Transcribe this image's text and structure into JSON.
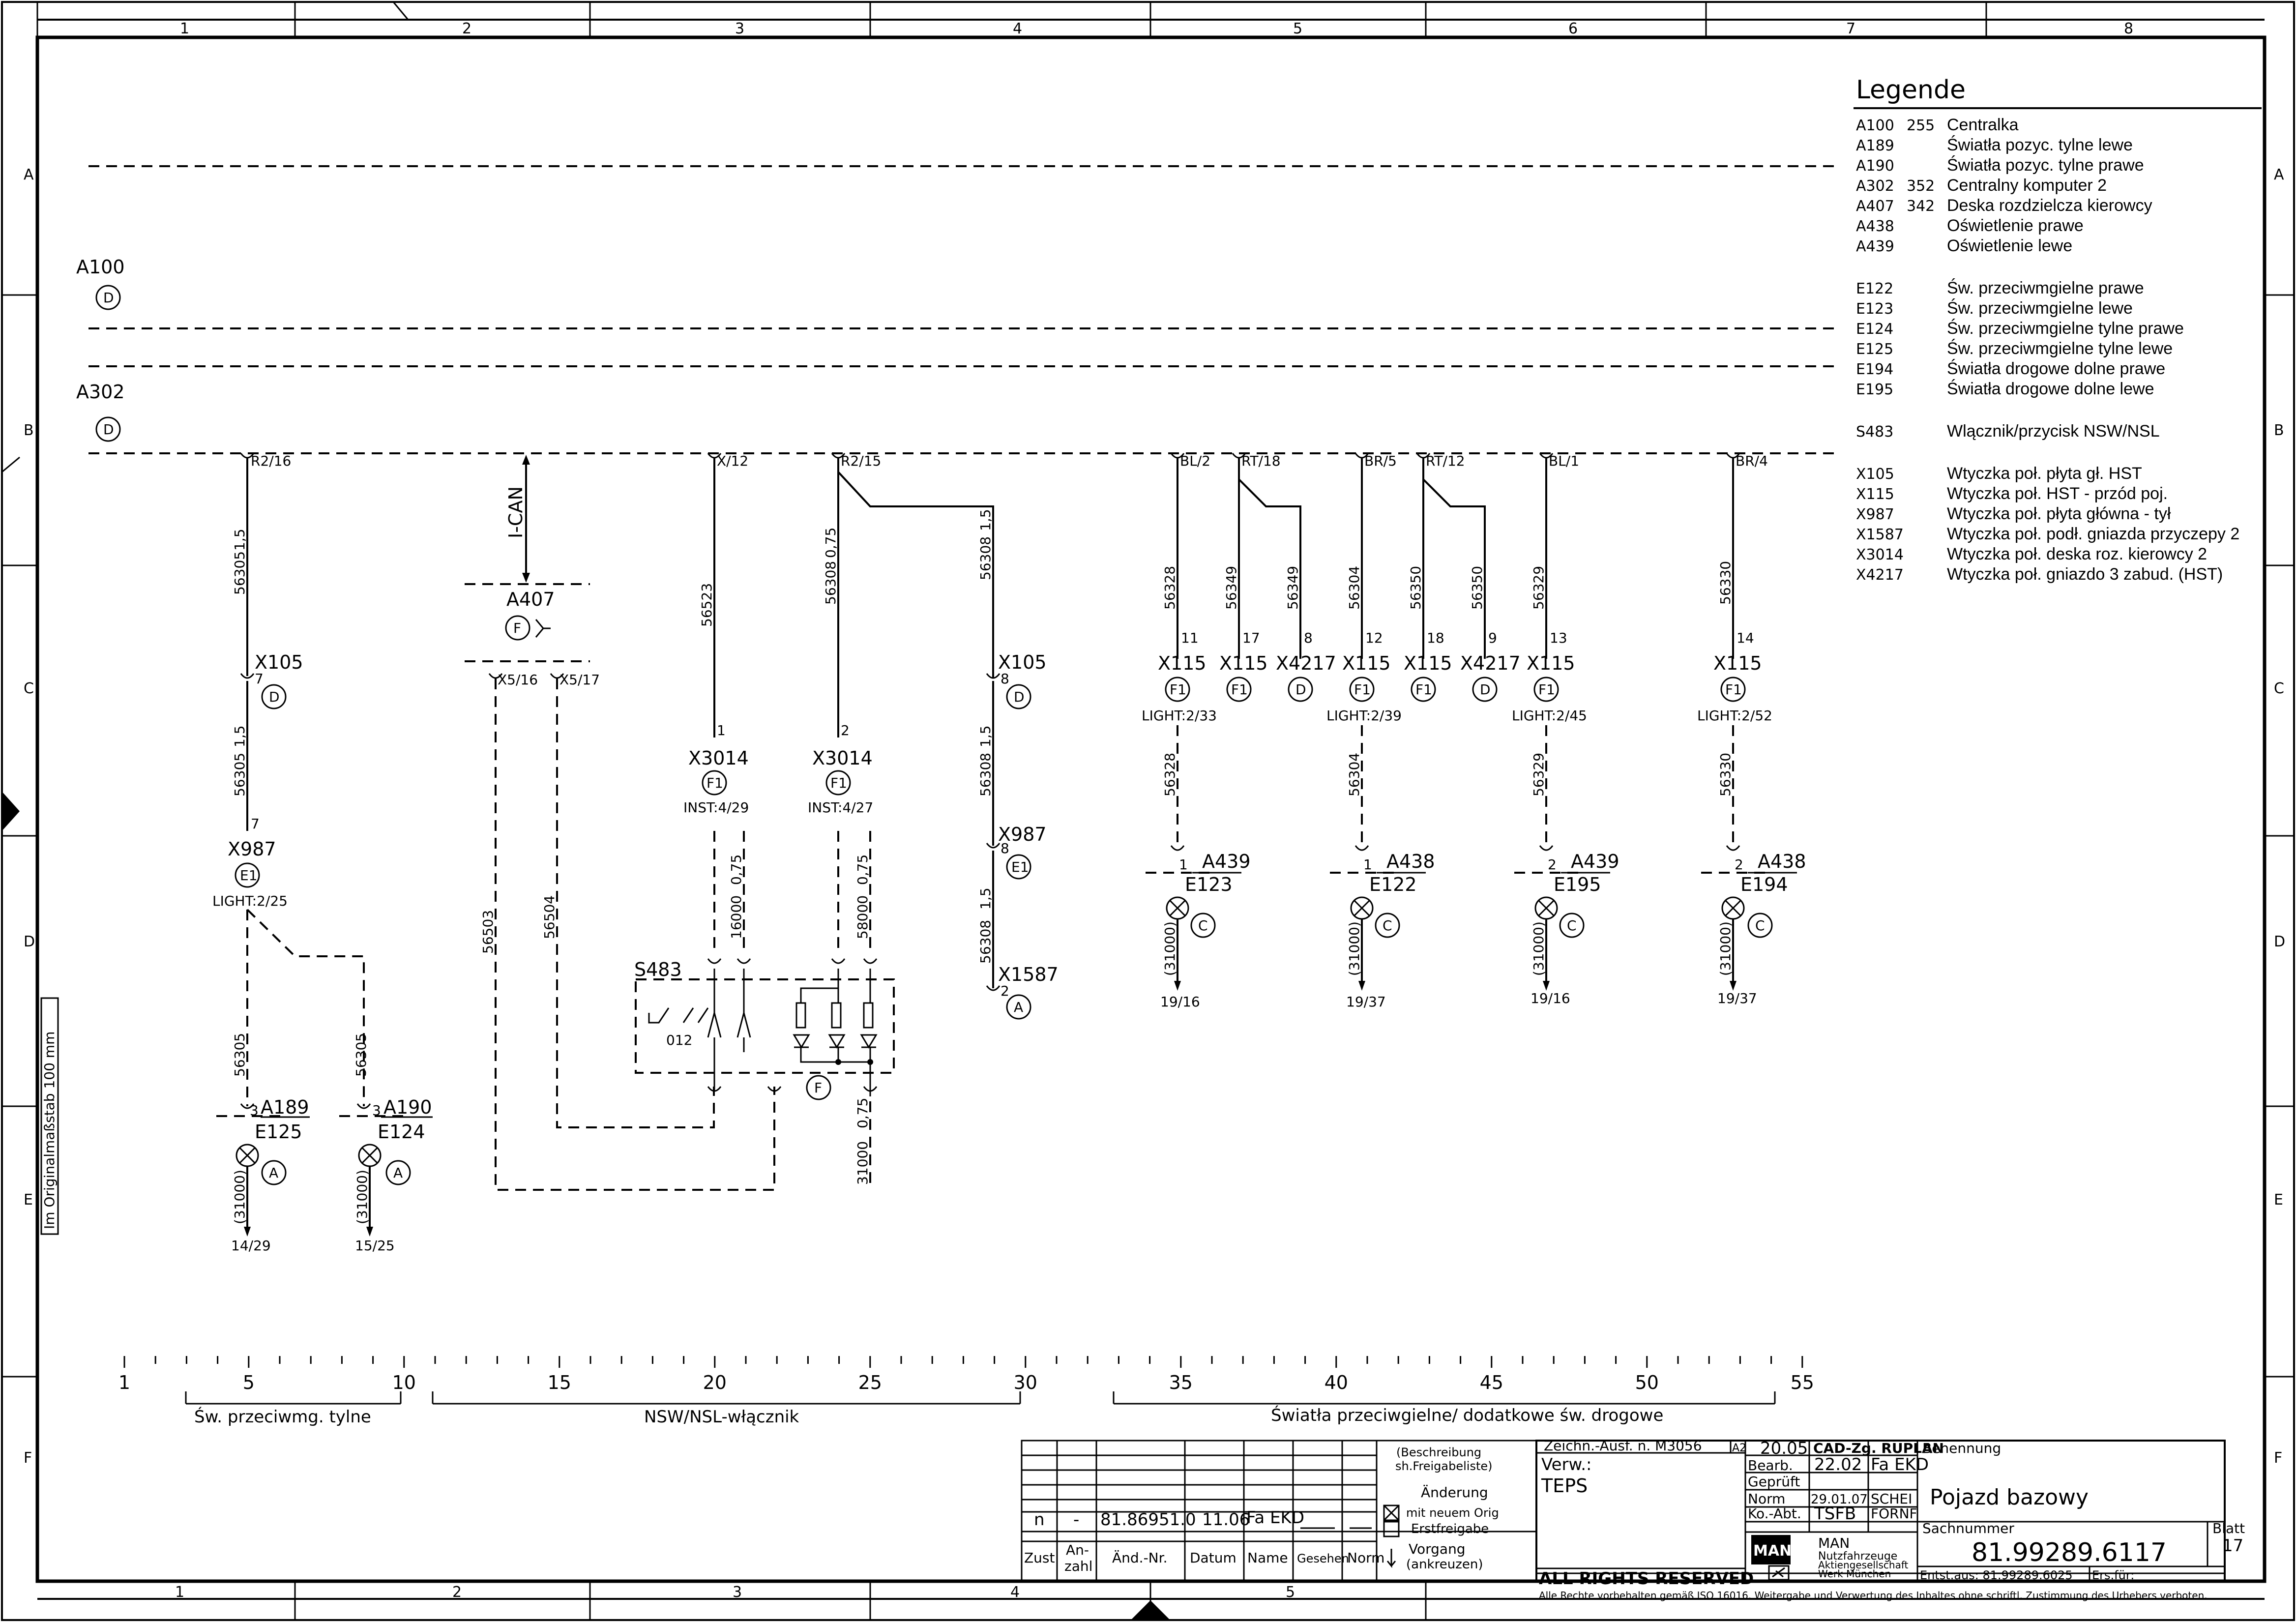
{
  "frame": {
    "col_labels": [
      "1",
      "2",
      "3",
      "4",
      "5",
      "6",
      "7",
      "8"
    ],
    "row_labels": [
      "A",
      "B",
      "C",
      "D",
      "E",
      "F"
    ],
    "margin_note": "Im Originalmaßstab 100 mm"
  },
  "legend": {
    "title": "Legende",
    "items": [
      {
        "code": "A100",
        "num": "255",
        "desc": "Centralka"
      },
      {
        "code": "A189",
        "num": "",
        "desc": "Światła pozyc. tylne lewe"
      },
      {
        "code": "A190",
        "num": "",
        "desc": "Światła pozyc. tylne prawe"
      },
      {
        "code": "A302",
        "num": "352",
        "desc": "Centralny komputer 2"
      },
      {
        "code": "A407",
        "num": "342",
        "desc": "Deska rozdzielcza kierowcy"
      },
      {
        "code": "A438",
        "num": "",
        "desc": "Oświetlenie prawe"
      },
      {
        "code": "A439",
        "num": "",
        "desc": "Oświetlenie lewe"
      },
      {
        "code": "E122",
        "num": "",
        "desc": "Św. przeciwmgielne prawe"
      },
      {
        "code": "E123",
        "num": "",
        "desc": "Św. przeciwmgielne lewe"
      },
      {
        "code": "E124",
        "num": "",
        "desc": "Św. przeciwmgielne tylne prawe"
      },
      {
        "code": "E125",
        "num": "",
        "desc": "Św. przeciwmgielne tylne lewe"
      },
      {
        "code": "E194",
        "num": "",
        "desc": "Światła drogowe dolne prawe"
      },
      {
        "code": "E195",
        "num": "",
        "desc": "Światła drogowe dolne lewe"
      },
      {
        "code": "S483",
        "num": "",
        "desc": "Wlącznik/przycisk NSW/NSL"
      },
      {
        "code": "X105",
        "num": "",
        "desc": "Wtyczka poł. płyta gł. HST"
      },
      {
        "code": "X115",
        "num": "",
        "desc": "Wtyczka poł. HST - przód poj."
      },
      {
        "code": "X987",
        "num": "",
        "desc": "Wtyczka poł. płyta główna - tył"
      },
      {
        "code": "X1587",
        "num": "",
        "desc": "Wtyczka poł. podł. gniazda przyczepy 2"
      },
      {
        "code": "X3014",
        "num": "",
        "desc": "Wtyczka poł. deska roz. kierowcy 2"
      },
      {
        "code": "X4217",
        "num": "",
        "desc": "Wtyczka poł. gniazdo 3 zabud. (HST)"
      }
    ]
  },
  "devices": {
    "a100": "A100",
    "a302": "A302",
    "a407": "A407",
    "s483": "S483",
    "icant": "I-CAN",
    "circle_d": "D",
    "circle_e1": "E1",
    "circle_f": "F",
    "circle_f1": "F1",
    "circle_a": "A",
    "circle_c": "C"
  },
  "pins": {
    "r216": "R2/16",
    "x12": "X/12",
    "r215": "R2/15",
    "bl2": "BL/2",
    "rt18": "RT/18",
    "br5": "BR/5",
    "rt12": "RT/12",
    "bl1": "BL/1",
    "br4": "BR/4",
    "x516": "X5/16",
    "x517": "X5/17"
  },
  "wires": {
    "w56305": "56305",
    "w1_5": "1,5",
    "w56523": "56523",
    "w56308": "56308",
    "w0_75": "0,75",
    "w56328": "56328",
    "w56349": "56349",
    "w56304": "56304",
    "w56350": "56350",
    "w56329": "56329",
    "w56330": "56330",
    "w56503": "56503",
    "w56504": "56504",
    "w16000": "16000",
    "w58000": "58000",
    "w31000": "31000",
    "w31000p": "(31000)"
  },
  "connectors": {
    "x105": "X105",
    "x987": "X987",
    "x1587": "X1587",
    "x3014": "X3014",
    "x115": "X115",
    "x4217": "X4217",
    "light225": "LIGHT:2/25",
    "light233": "LIGHT:2/33",
    "light239": "LIGHT:2/39",
    "light245": "LIGHT:2/45",
    "light252": "LIGHT:2/52",
    "inst429": "INST:4/29",
    "inst427": "INST:4/27",
    "n7": "7",
    "n1": "1",
    "n2": "2",
    "n3": "3",
    "n8": "8",
    "n9": "9",
    "n11": "11",
    "n12": "12",
    "n13": "13",
    "n14": "14",
    "n17": "17",
    "n18": "18"
  },
  "lamps": {
    "e125": "E125",
    "e124": "E124",
    "e123": "E123",
    "e122": "E122",
    "e195": "E195",
    "e194": "E194",
    "a189": "A189",
    "a190": "A190",
    "a439": "A439",
    "a438": "A438",
    "ref1429": "14/29",
    "ref1525": "15/25",
    "ref1916": "19/16",
    "ref1937": "19/37",
    "sw_012": "012"
  },
  "scale": {
    "ticks": [
      "1",
      "5",
      "10",
      "15",
      "20",
      "25",
      "30",
      "35",
      "40",
      "45",
      "50",
      "55"
    ],
    "groups": [
      "Św. przeciwmg. tylne",
      "NSW/NSL-włącznik",
      "Światła przeciwgielne/ dodatkowe św. drogowe"
    ]
  },
  "titleblock": {
    "rev_row": {
      "zust": "n",
      "anzahl": "-",
      "aend_nr": "81.86951.0",
      "datum": "11.06",
      "name": "Fa EKD"
    },
    "headers": {
      "zust": "Zust.",
      "anzahl": "An-\nzahl",
      "aend_nr": "Änd.-Nr.",
      "datum": "Datum",
      "name": "Name",
      "gesehen": "Gesehen",
      "norm": "Norm"
    },
    "notes": {
      "beschreibung": "(Beschreibung sh.Freigabeliste)",
      "aenderung": "Änderung",
      "mit_neuem": "mit neuem Orig",
      "erstfreigabe": "Erstfreigabe",
      "vorgang": "Vorgang",
      "ankreuzen": "(ankreuzen)"
    },
    "zeichn": "Zeichn.-Ausf. n. M3056",
    "a2": "A2",
    "verw": "Verw.:",
    "teps": "TEPS",
    "cad": "CAD-Zg. RUPLAN",
    "bearb_label": "Bearb.",
    "bearb_date": "22.02",
    "bearb_name": "Fa EKD",
    "geprueft": "Geprüft",
    "norm_label": "Norm",
    "norm_date": "29.01.07",
    "norm_name": "SCHEI",
    "ko_abt": "Ko.-Abt.",
    "ko_abt_val": "TSFB",
    "ko_abt_name": "FORNF",
    "top_date": "20.05",
    "benennung_label": "Benennung",
    "benennung": "Pojazd bazowy",
    "sachnummer_label": "Sachnummer",
    "sachnummer": "81.99289.6117",
    "blatt_label": "Blatt",
    "blatt": "17",
    "entst": "Entst.aus: 81.99289.6025",
    "ers": "Ers.für:",
    "company": [
      "MAN",
      "Nutzfahrzeuge",
      "Aktiengesellschaft",
      "Werk München"
    ],
    "logo": "MAN",
    "rights": "ALL RIGHTS RESERVED",
    "rights_note": "Alle Rechte vorbehalten gemäß ISO 16016. Weitergabe und Verwertung des Inhaltes ohne schriftl. Zustimmung des Urhebers verboten."
  }
}
